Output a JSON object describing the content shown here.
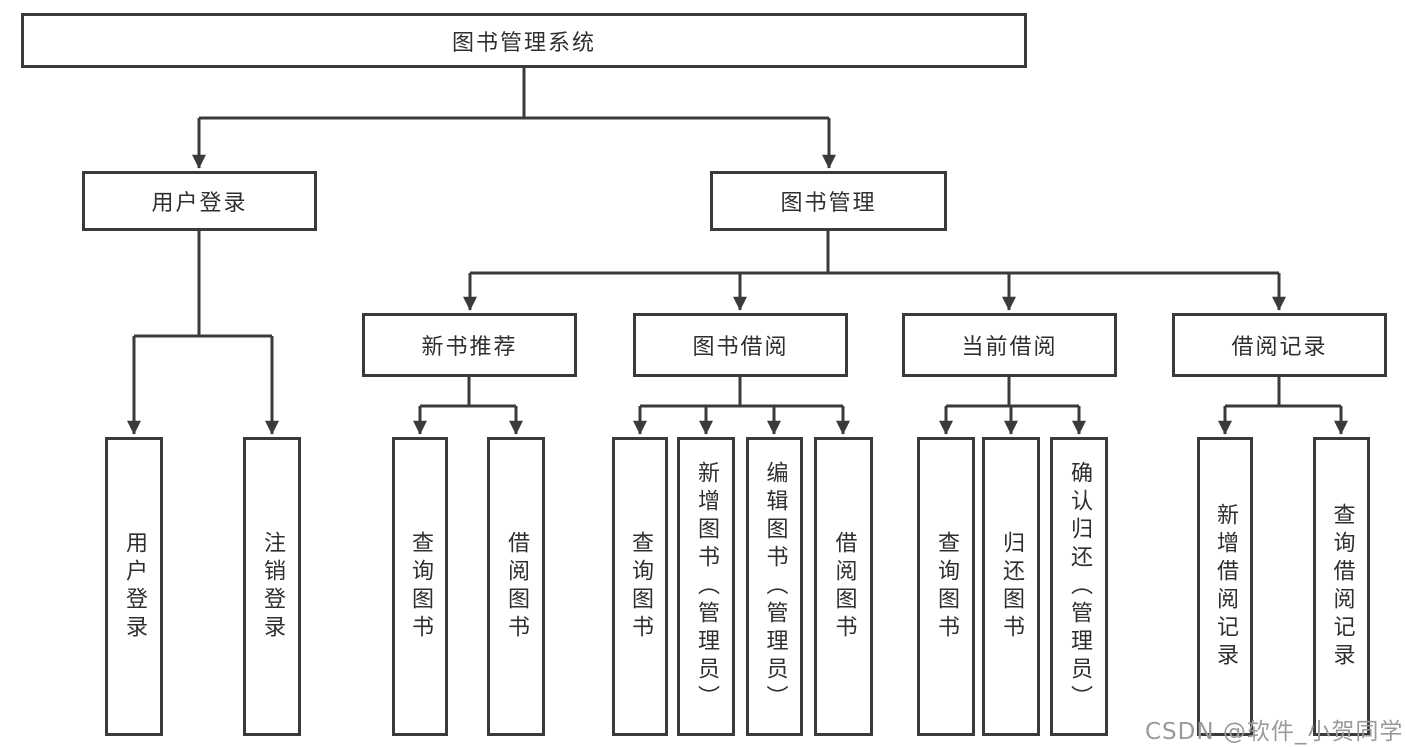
{
  "diagram_title": "图书管理系统",
  "colors": {
    "line": "#3a3a3a",
    "box_border": "#3a3a3a",
    "text": "#2f2f2f",
    "background": "#ffffff",
    "watermark": "#9a9a9a"
  },
  "tree": {
    "root": {
      "label": "图书管理系统"
    },
    "branches": [
      {
        "label": "用户登录",
        "children": [
          {
            "label": "用户登录"
          },
          {
            "label": "注销登录"
          }
        ]
      },
      {
        "label": "图书管理",
        "children": [
          {
            "label": "新书推荐",
            "children": [
              {
                "label": "查询图书"
              },
              {
                "label": "借阅图书"
              }
            ]
          },
          {
            "label": "图书借阅",
            "children": [
              {
                "label": "查询图书"
              },
              {
                "label": "新增图书（管理员）"
              },
              {
                "label": "编辑图书（管理员）"
              },
              {
                "label": "借阅图书"
              }
            ]
          },
          {
            "label": "当前借阅",
            "children": [
              {
                "label": "查询图书"
              },
              {
                "label": "归还图书"
              },
              {
                "label": "确认归还（管理员）"
              }
            ]
          },
          {
            "label": "借阅记录",
            "children": [
              {
                "label": "新增借阅记录"
              },
              {
                "label": "查询借阅记录"
              }
            ]
          }
        ]
      }
    ]
  },
  "watermark": {
    "text": "CSDN @软件_小贺同学"
  }
}
